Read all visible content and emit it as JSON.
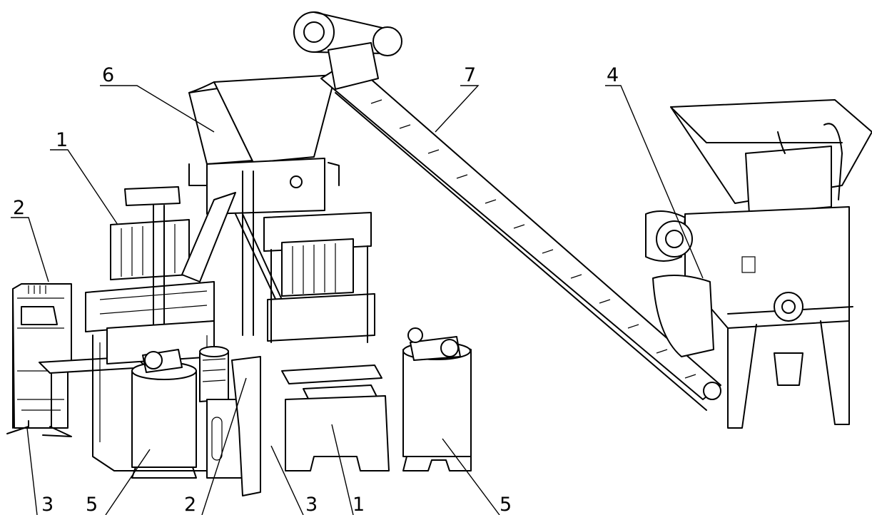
{
  "callouts": {
    "c1_left": "1",
    "c1_bottom": "1",
    "c2_left": "2",
    "c2_bottom": "2",
    "c3_left": "3",
    "c3_center": "3",
    "c4": "4",
    "c5_left": "5",
    "c5_right": "5",
    "c6": "6",
    "c7": "7"
  },
  "colors": {
    "line": "#000000",
    "background": "#ffffff"
  }
}
